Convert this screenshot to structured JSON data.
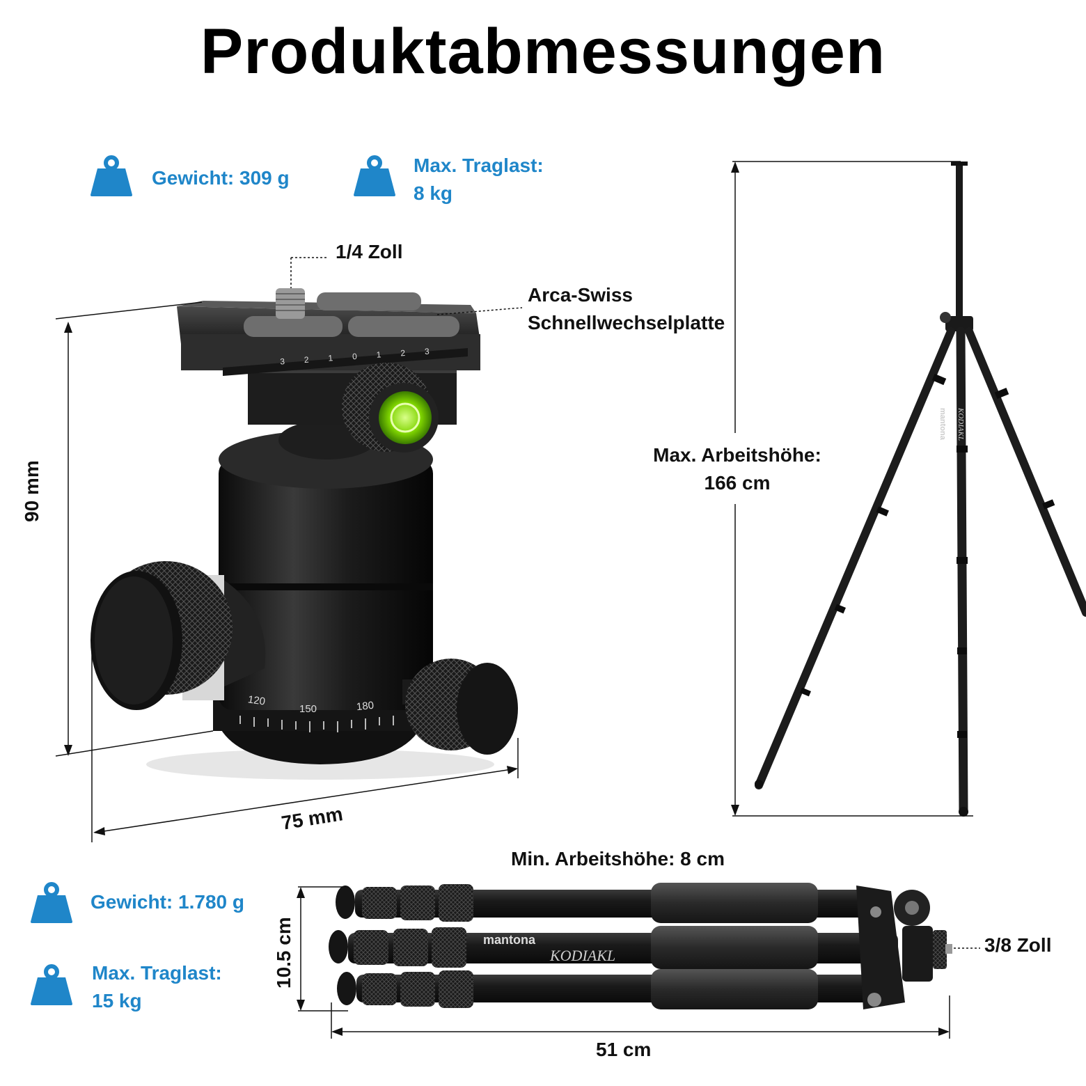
{
  "page": {
    "title": "Produktabmessungen"
  },
  "colors": {
    "accent": "#1f86c9",
    "text": "#111111",
    "background": "#ffffff"
  },
  "icons": {
    "weight": "weight-icon",
    "load": "load-weight-icon"
  },
  "ball_head": {
    "weight": "Gewicht: 309 g",
    "max_load_line1": "Max. Traglast:",
    "max_load_line2": "8 kg",
    "screw_label": "1/4 Zoll",
    "plate_line1": "Arca-Swiss",
    "plate_line2": "Schnellwechselplatte",
    "height_dim": "90 mm",
    "width_dim": "75 mm",
    "dial_marks": [
      "120",
      "150",
      "180"
    ],
    "plate_scale": [
      "3",
      "2",
      "1",
      "0",
      "1",
      "2",
      "3"
    ]
  },
  "tripod_extended": {
    "max_height_line1": "Max. Arbeitshöhe:",
    "max_height_line2": "166 cm",
    "brand": "mantona",
    "model": "KODIAKL"
  },
  "tripod_folded": {
    "min_height": "Min. Arbeitshöhe: 8 cm",
    "weight": "Gewicht: 1.780 g",
    "max_load_line1": "Max. Traglast:",
    "max_load_line2": "15 kg",
    "thread_label": "3/8 Zoll",
    "height_dim": "10.5 cm",
    "length_dim": "51 cm",
    "brand": "mantona",
    "model": "KODIAKL"
  }
}
